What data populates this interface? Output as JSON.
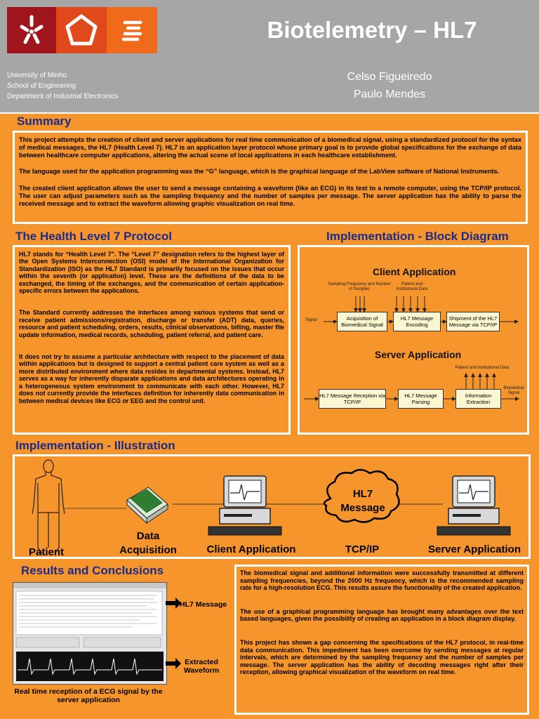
{
  "header": {
    "title": "Biotelemetry – HL7",
    "affiliation": [
      "University of Minho",
      "School of Engineering",
      "Department of Industrial Electronics"
    ],
    "authors": [
      "Celso Figueiredo",
      "Paulo Mendes"
    ]
  },
  "summary": {
    "title": "Summary",
    "paragraphs": [
      "This project attempts the creation of client and server applications for real time communication of a biomedical signal, using a standardized protocol for the syntax of medical messages, the HL7 (Health Level 7). HL7 is an application layer protocol whose primary goal is to provide global specifications for the exchange of data between healthcare computer applications, altering the actual scene of local applications in each healthcare establishment.",
      "The language used for the application programming was the “G” language, which is the graphical language of the LabView software of National Instruments.",
      "The created client application allows the user to send a message containing a waveform (like an ECG) in its text to a remote computer, using the TCP/IP protocol. The user can adjust parameters such as the sampling frequency and the number of samples per message. The server application has the ability to parse the received message and to extract the waveform allowing graphic visualization on real time."
    ]
  },
  "hl7": {
    "title": "The Health Level 7 Protocol",
    "paragraphs": [
      "HL7 stands for “Health Level 7”. The “Level 7” designation refers to the highest layer of the Open Systems Interconnection (OSI) model of the International Organization for Standardization (ISO) as the HL7 Standard is primarily focused on the issues that occur within the seventh (or application) level. These are the definitions of the data to be exchanged, the timing of the exchanges, and the communication of certain application-specific errors between the applications.",
      "The Standard currently addresses the interfaces among various systems that send or receive patient admissions/registration, discharge or transfer (ADT) data, queries, resource and patient scheduling, orders, results, clinical observations, billing, master file update information, medical records, scheduling, patient referral, and patient care.",
      "It does not try to assume a particular architecture with respect to the placement of data within applications but is designed to support a central patient care system as well as a more distributed environment where data resides in departmental systems.  Instead, HL7 serves as a way for inherently disparate applications and data architectures operating in a heterogeneous system environment to communicate with each other. However, HL7 does not currently provide the interfaces definition for inherently data communication in between medical devices like ECG or EEG and the control unit."
    ]
  },
  "block_diagram": {
    "title": "Implementation - Block Diagram",
    "client_title": "Client Application",
    "server_title": "Server Application",
    "client_boxes": [
      "Acquisition of Biomedical Signal",
      "HL7 Message Encoding",
      "Shipment of the HL7 Message via TCP/IP"
    ],
    "server_boxes": [
      "HL7 Message Reception via TCP/IP",
      "HL7 Message Parsing",
      "Information Extraction"
    ],
    "labels": {
      "sampling": "Sampling Frequency and Number of Samples",
      "patient_client": "Patient and Institutional Data",
      "signal": "Signal",
      "patient_server": "Patient and Institutional Data",
      "biomedical_signal": "Biomedical Signal"
    }
  },
  "illustration": {
    "title": "Implementation - Illustration",
    "cloud_text": "HL7 Message",
    "labels": [
      "Patient",
      "Data Acquisition",
      "Client Application",
      "TCP/IP",
      "Server Application"
    ]
  },
  "results": {
    "title": "Results and Conclusions",
    "hl7_message_label": "HL7 Message",
    "waveform_label": "Extracted Waveform",
    "caption": "Real time reception of a ECG signal by the server application",
    "paragraphs": [
      "The biomedical signal and additional information were successfully transmitted at different sampling frequencies, beyond the 2000 Hz frequency, which is the recommended sampling rate for a high-resolution ECG. This results assure the functionality of the created application.",
      "The use of a graphical programming language has brought many advantages over the text based languages, given the possibility of creating an application in a block diagram display.",
      "This project has shown a gap concerning the specifications of the HL7 protocol, in real-time data communication. This impediment has been overcome by sending messages at regular intervals, which are determined by the sampling frequency and the number of samples per message. The server application has the ability of decoding messages right after their reception, allowing graphical visualization of the waveform on real time."
    ]
  },
  "colors": {
    "background": "#f7952d",
    "header": "#a6a6a6",
    "title_blue": "#1b2b8a"
  }
}
